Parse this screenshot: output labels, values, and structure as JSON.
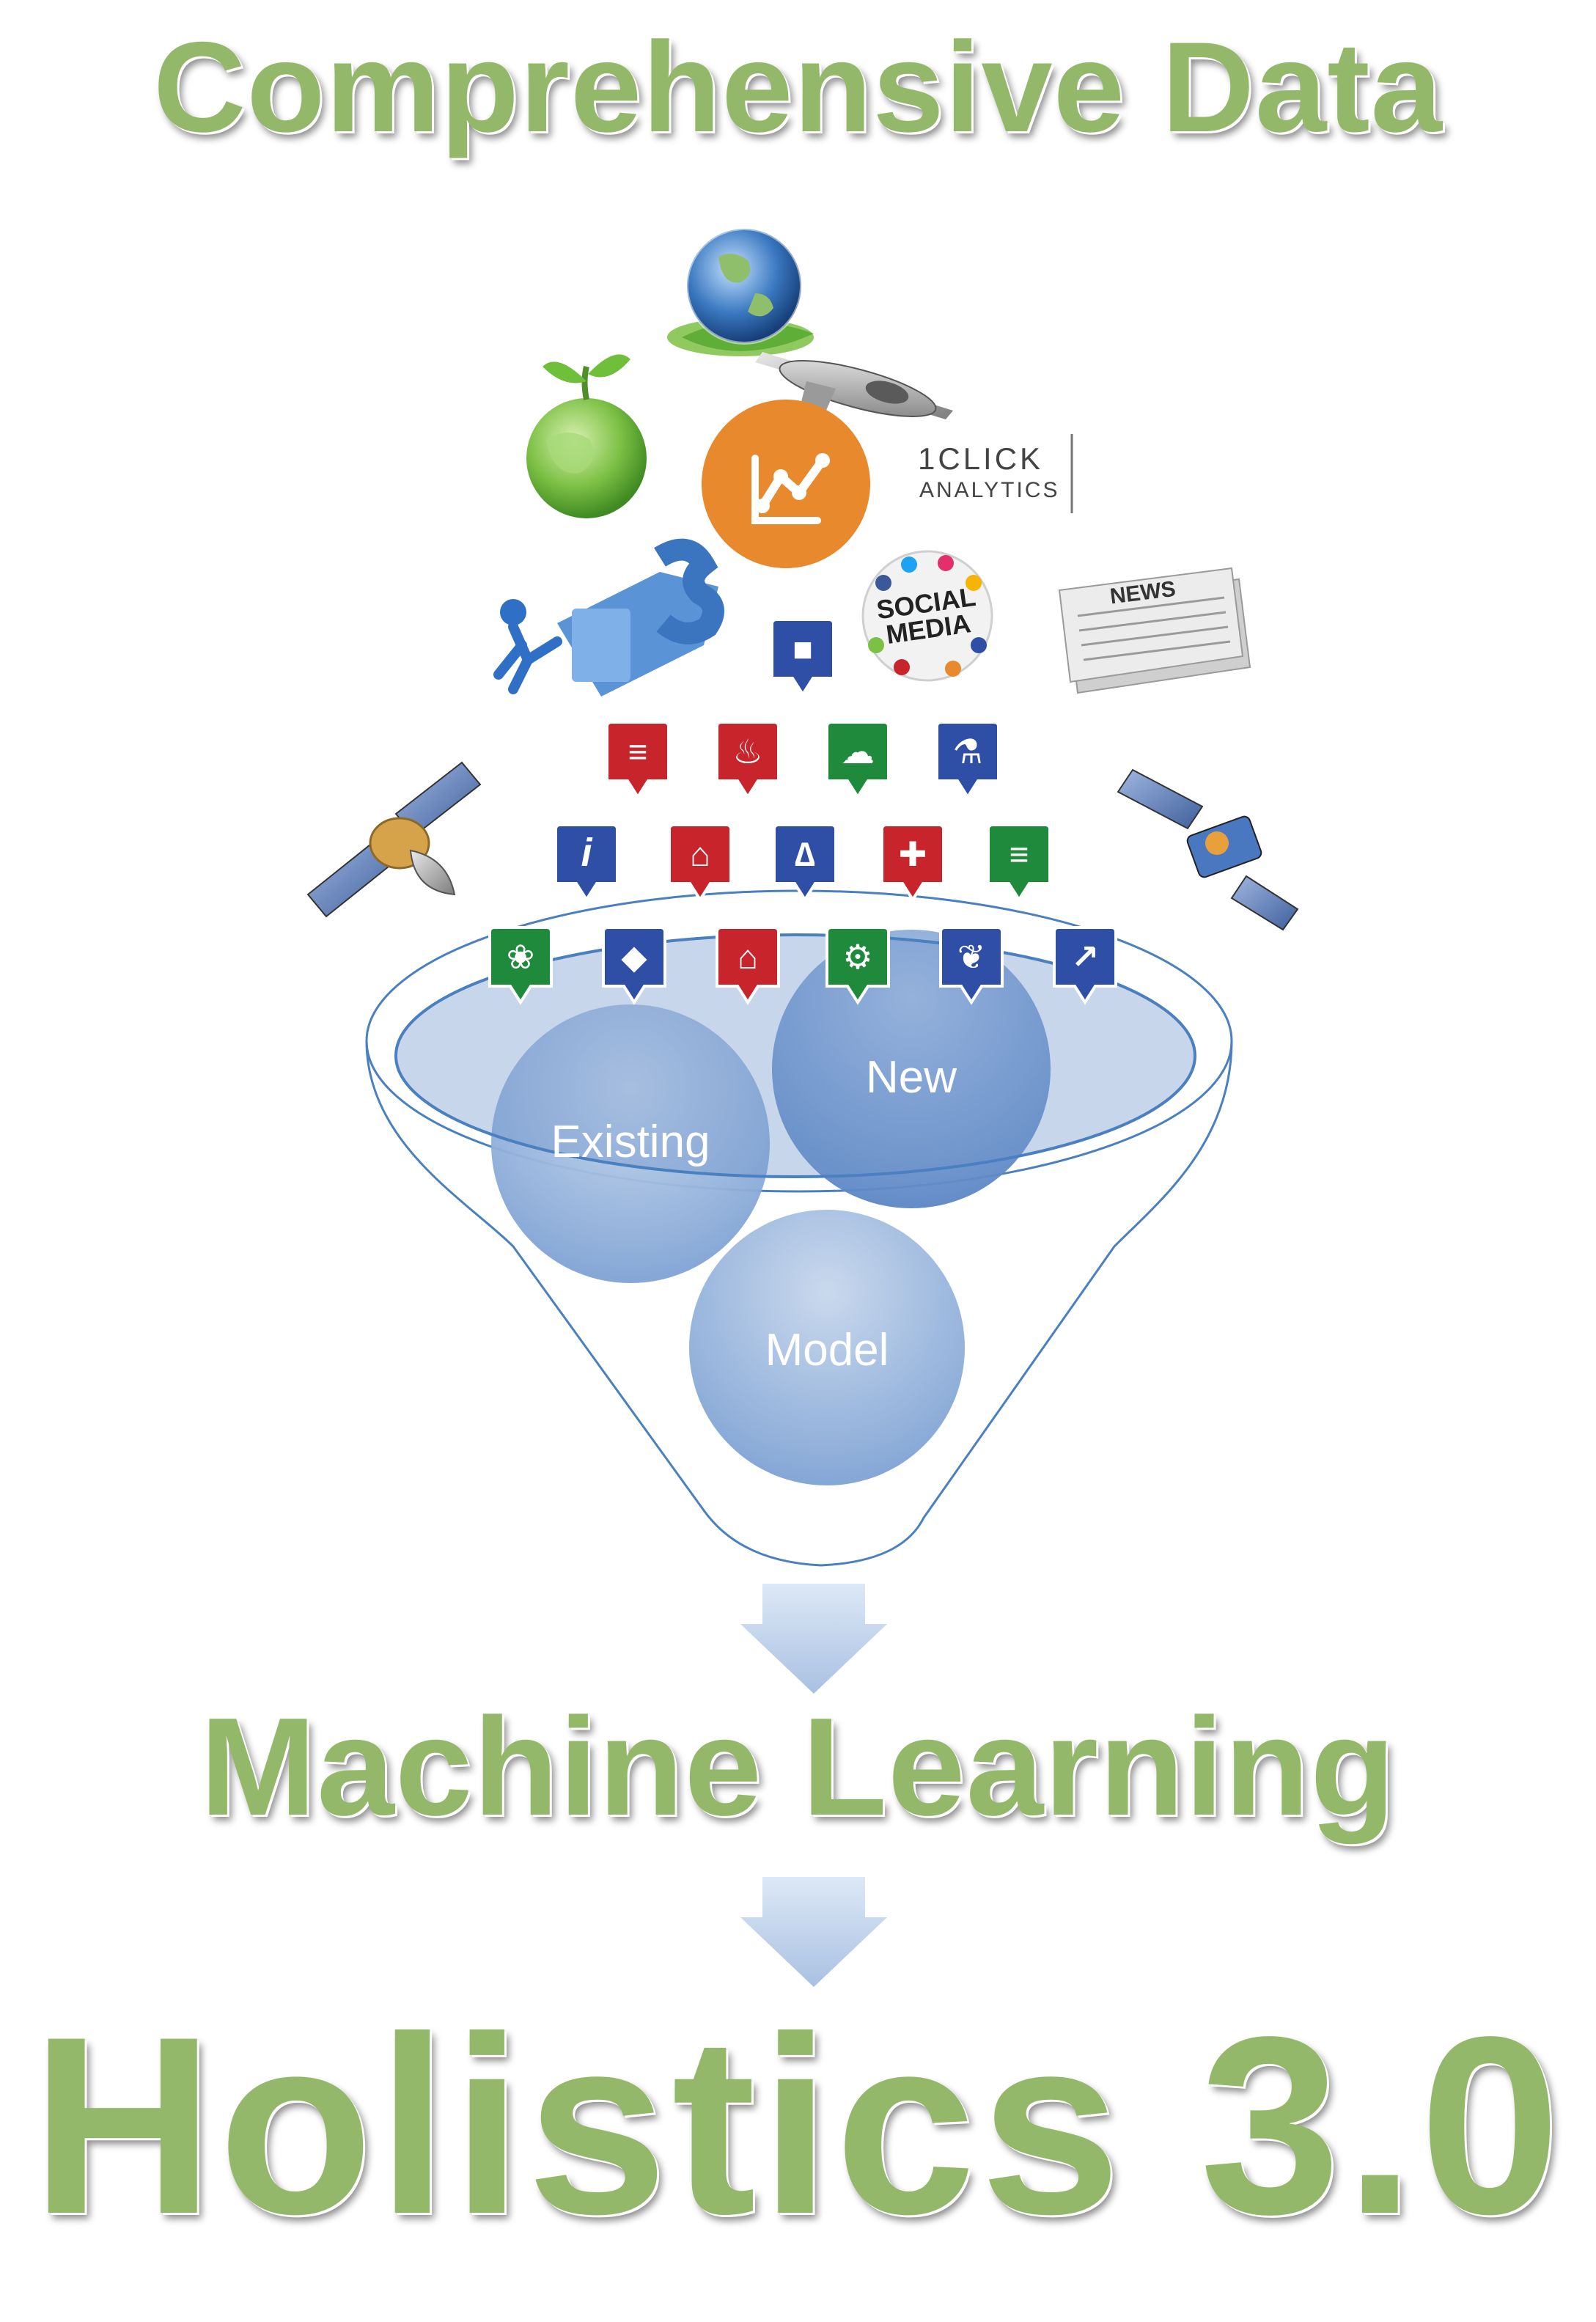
{
  "titles": {
    "top": "Comprehensive Data",
    "middle": "Machine Learning",
    "bottom": "Holistics 3.0"
  },
  "funnel": {
    "circles": [
      {
        "id": "existing",
        "label": "Existing"
      },
      {
        "id": "new",
        "label": "New"
      },
      {
        "id": "model",
        "label": "Model"
      }
    ]
  },
  "logos": {
    "oneclick_line1": "1CLICK",
    "oneclick_line2": "ANALYTICS",
    "social_line1": "SOCIAL",
    "social_line2": "MEDIA",
    "news": "NEWS"
  },
  "markers": {
    "row1": [
      {
        "icon": "video-camera-icon",
        "color": "#2f4fa6"
      }
    ],
    "row2": [
      {
        "icon": "tornado-icon",
        "color": "#c8242b"
      },
      {
        "icon": "fire-icon",
        "color": "#c8242b"
      },
      {
        "icon": "storm-cloud-icon",
        "color": "#1f8a3c"
      },
      {
        "icon": "microscope-icon",
        "color": "#2f4fa6"
      }
    ],
    "row3": [
      {
        "icon": "info-icon",
        "color": "#2f4fa6"
      },
      {
        "icon": "damaged-building-icon",
        "color": "#c8242b"
      },
      {
        "icon": "radio-tower-icon",
        "color": "#2f4fa6"
      },
      {
        "icon": "first-aid-icon",
        "color": "#c8242b"
      },
      {
        "icon": "tornado-icon",
        "color": "#1f8a3c"
      }
    ],
    "row4": [
      {
        "icon": "crops-icon",
        "color": "#1f8a3c"
      },
      {
        "icon": "tag-icon",
        "color": "#2f4fa6"
      },
      {
        "icon": "flood-house-icon",
        "color": "#c8242b"
      },
      {
        "icon": "farm-tractor-icon",
        "color": "#1f8a3c"
      },
      {
        "icon": "twitter-bird-icon",
        "color": "#2f4fa6"
      },
      {
        "icon": "chart-line-icon",
        "color": "#2f4fa6"
      }
    ]
  },
  "colors": {
    "title_green": "#94b86a",
    "funnel_stroke": "#4a7fc0",
    "analytics_orange": "#e8892e"
  }
}
